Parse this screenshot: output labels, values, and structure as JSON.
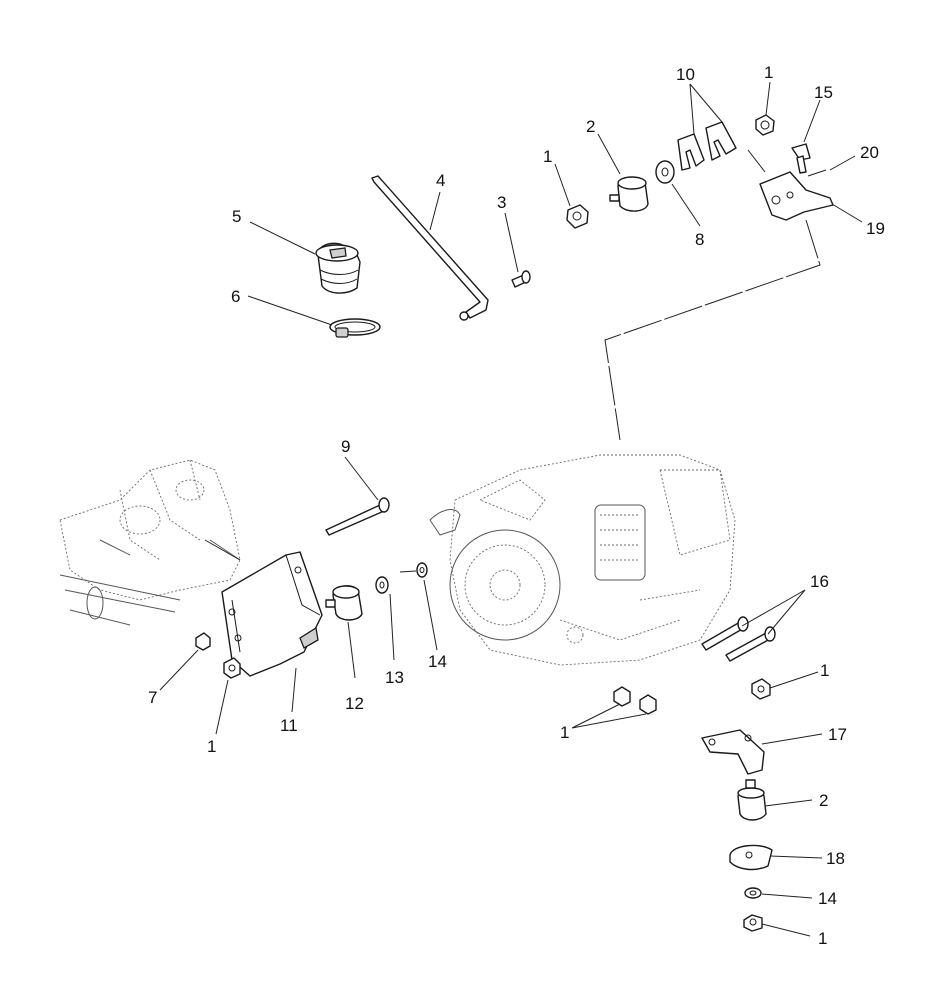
{
  "callouts": {
    "c1_top_right": "1",
    "c1_mid_nut": "1",
    "c1_left_nut": "1",
    "c1_pair": "1",
    "c1_right_nut": "1",
    "c1_bottom": "1",
    "c2_top": "2",
    "c2_bottom": "2",
    "c3": "3",
    "c4": "4",
    "c5": "5",
    "c6": "6",
    "c7": "7",
    "c8": "8",
    "c9": "9",
    "c10": "10",
    "c11": "11",
    "c12": "12",
    "c13": "13",
    "c14_mid": "14",
    "c14_bottom": "14",
    "c15": "15",
    "c16": "16",
    "c17": "17",
    "c18": "18",
    "c19": "19",
    "c20": "20"
  }
}
